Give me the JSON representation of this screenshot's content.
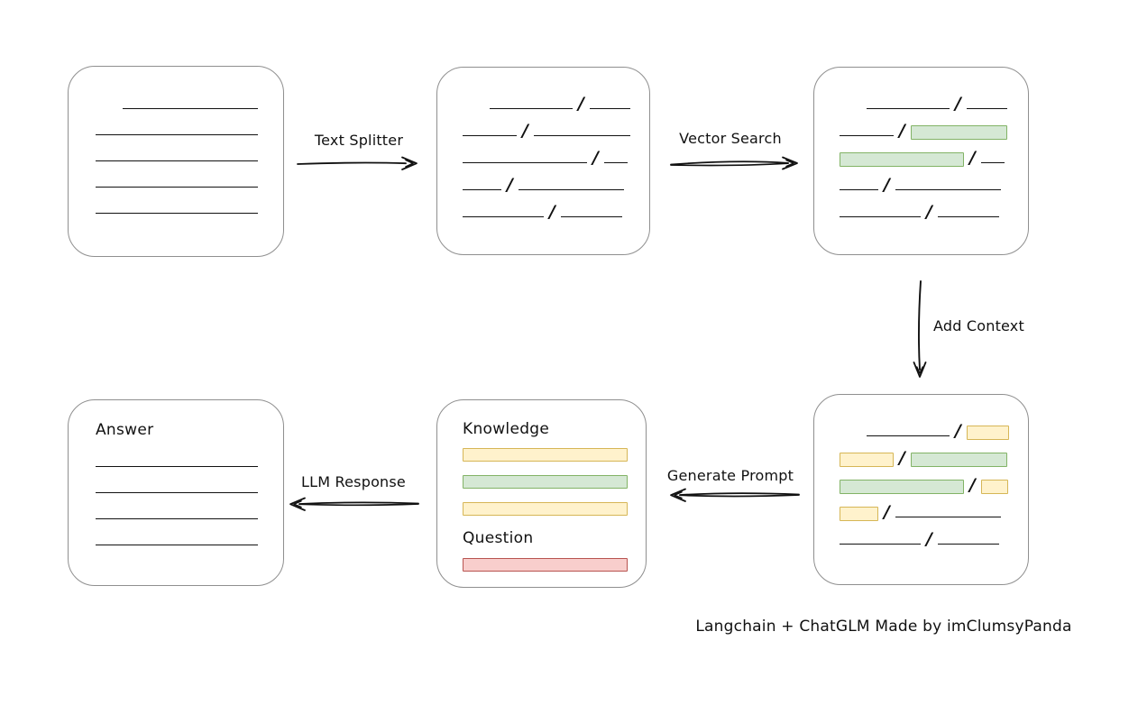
{
  "labels": {
    "text_splitter": "Text Splitter",
    "vector_search": "Vector Search",
    "add_context": "Add Context",
    "generate_prompt": "Generate Prompt",
    "llm_response": "LLM Response"
  },
  "slash": "/",
  "caption": "Langchain + ChatGLM Made by imClumsyPanda",
  "document_box": {
    "lines": [
      {
        "w": 150,
        "ind": 30
      },
      {
        "w": 180,
        "ind": 0
      },
      {
        "w": 180,
        "ind": 0
      },
      {
        "w": 180,
        "ind": 0
      },
      {
        "w": 180,
        "ind": 0
      }
    ]
  },
  "split_box": {
    "rows": [
      {
        "ind": 30,
        "segs": [
          {
            "k": "line",
            "w": 92
          },
          {
            "k": "slash"
          },
          {
            "k": "line",
            "w": 45
          }
        ]
      },
      {
        "ind": 0,
        "segs": [
          {
            "k": "line",
            "w": 60
          },
          {
            "k": "slash"
          },
          {
            "k": "line",
            "w": 107
          }
        ]
      },
      {
        "ind": 0,
        "segs": [
          {
            "k": "line",
            "w": 138
          },
          {
            "k": "slash"
          },
          {
            "k": "line",
            "w": 26
          }
        ]
      },
      {
        "ind": 0,
        "segs": [
          {
            "k": "line",
            "w": 43
          },
          {
            "k": "slash"
          },
          {
            "k": "line",
            "w": 117
          }
        ]
      },
      {
        "ind": 0,
        "segs": [
          {
            "k": "line",
            "w": 90
          },
          {
            "k": "slash"
          },
          {
            "k": "line",
            "w": 68
          }
        ]
      }
    ]
  },
  "search_box": {
    "rows": [
      {
        "ind": 30,
        "segs": [
          {
            "k": "line",
            "w": 92
          },
          {
            "k": "slash"
          },
          {
            "k": "line",
            "w": 45
          }
        ]
      },
      {
        "ind": 0,
        "segs": [
          {
            "k": "line",
            "w": 60
          },
          {
            "k": "slash"
          },
          {
            "k": "green",
            "w": 107
          }
        ]
      },
      {
        "ind": 0,
        "segs": [
          {
            "k": "green",
            "w": 138
          },
          {
            "k": "slash"
          },
          {
            "k": "line",
            "w": 26
          }
        ]
      },
      {
        "ind": 0,
        "segs": [
          {
            "k": "line",
            "w": 43
          },
          {
            "k": "slash"
          },
          {
            "k": "line",
            "w": 117
          }
        ]
      },
      {
        "ind": 0,
        "segs": [
          {
            "k": "line",
            "w": 90
          },
          {
            "k": "slash"
          },
          {
            "k": "line",
            "w": 68
          }
        ]
      }
    ]
  },
  "context_box": {
    "rows": [
      {
        "ind": 30,
        "segs": [
          {
            "k": "line",
            "w": 92
          },
          {
            "k": "slash"
          },
          {
            "k": "yellow",
            "w": 47
          }
        ]
      },
      {
        "ind": 0,
        "segs": [
          {
            "k": "yellow",
            "w": 60
          },
          {
            "k": "slash"
          },
          {
            "k": "green",
            "w": 107
          }
        ]
      },
      {
        "ind": 0,
        "segs": [
          {
            "k": "green",
            "w": 138
          },
          {
            "k": "slash"
          },
          {
            "k": "yellow",
            "w": 30
          }
        ]
      },
      {
        "ind": 0,
        "segs": [
          {
            "k": "yellow",
            "w": 43
          },
          {
            "k": "slash"
          },
          {
            "k": "line",
            "w": 117
          }
        ]
      },
      {
        "ind": 0,
        "segs": [
          {
            "k": "line",
            "w": 90
          },
          {
            "k": "slash"
          },
          {
            "k": "line",
            "w": 68
          }
        ]
      }
    ]
  },
  "prompt_box": {
    "knowledge_label": "Knowledge",
    "question_label": "Question",
    "knowledge_bars": [
      {
        "color": "yellow"
      },
      {
        "color": "green"
      },
      {
        "color": "yellow"
      }
    ],
    "question_bars": [
      {
        "color": "red"
      }
    ]
  },
  "answer_box": {
    "label": "Answer",
    "lines": [
      {
        "w": 180,
        "ind": 0
      },
      {
        "w": 180,
        "ind": 0
      },
      {
        "w": 180,
        "ind": 0
      },
      {
        "w": 180,
        "ind": 0
      }
    ]
  },
  "colors": {
    "chunk_green_fill": "#d5e8d4",
    "chunk_green_stroke": "#82b366",
    "chunk_yellow_fill": "#fff2cc",
    "chunk_yellow_stroke": "#d6b656",
    "question_red_fill": "#f8cecc",
    "question_red_stroke": "#b85450",
    "node_border": "#8f8f8f",
    "stroke": "#111111"
  }
}
